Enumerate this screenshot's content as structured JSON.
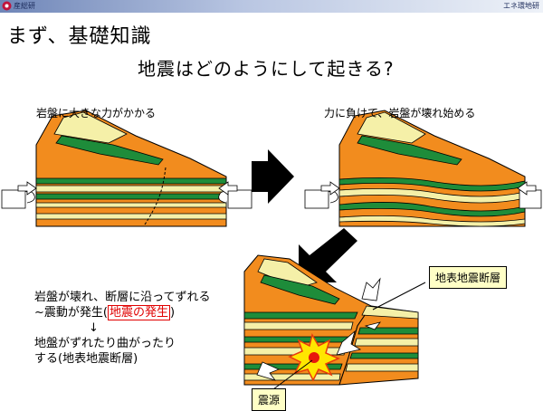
{
  "header": {
    "org": "産総研",
    "dept": "エネ環地研"
  },
  "title": "まず、基礎知識",
  "subtitle": "地震はどのようにして起きる?",
  "panels": {
    "left_caption": "岩盤に大きな力がかかる",
    "right_caption": "力に負けて、岩盤が壊れ始める"
  },
  "labels": {
    "surface_fault": "地表地震断層",
    "hypocenter": "震源"
  },
  "description": {
    "line1": "岩盤が壊れ、断層に沿ってずれる",
    "line2_pre": "~震動が発生(",
    "line2_em": "地震の発生",
    "line2_post": ")",
    "arrow": "↓",
    "line3": "地盤がずれたり曲がったり",
    "line4": "する(地表地震断層)"
  },
  "colors": {
    "orange": "#f28c1e",
    "green": "#1e8c3a",
    "cream": "#f5f0a8",
    "red_emphasis": "#e00000",
    "callout_bg": "#ffffc6"
  }
}
